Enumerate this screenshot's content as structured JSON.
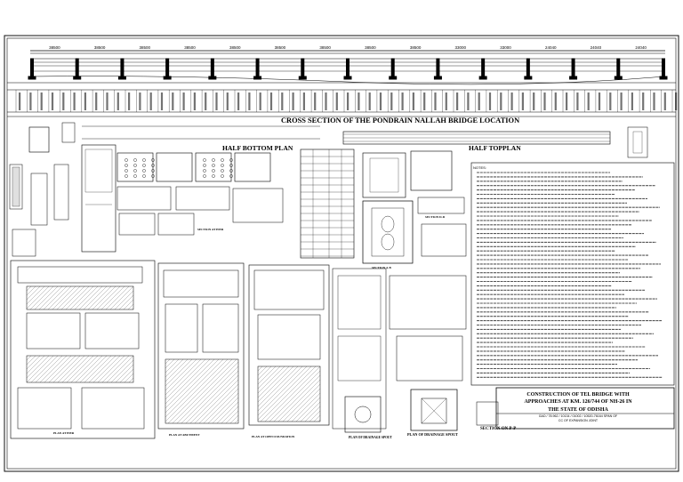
{
  "sheet": {
    "titles": {
      "cross_section": "CROSS SECTION OF THE PONDRAIN NALLAH BRIDGE LOCATION",
      "half_bottom_plan": "HALF BOTTOM PLAN",
      "half_top_plan": "HALF TOPPLAN"
    },
    "notes_heading": "NOTES:",
    "title_block": {
      "line1": "CONSTRUCTION OF TEL BRIDGE WITH",
      "line2": "APPROACHES AT KM. 126/744 OF NH-26 IN",
      "line3": "THE STATE OF ODISHA",
      "line4": "GAD / 78.962 / 10134 / 01002 / 10520-76164 SPAN OF",
      "line5": "CC OF EXPANSION JOINT"
    },
    "captions": {
      "section_pp": "SECTION ON P-P",
      "plan_drainage_spout": "PLAN OF DRAINAGE SPOUT",
      "plan_dcp": "PLAN OF DRAINAGE SPOUT",
      "plan_open": "PLAN AT OPEN FOUNDATION",
      "abutment": "PLAN AT ABUTMENT",
      "pier": "PLAN AT PIER",
      "section_pier": "SECTION AT PIER",
      "section_ab": "SECTION A-B",
      "section_dp": "SECTION D-D"
    },
    "span_labels": [
      "38500",
      "38500",
      "38500",
      "38500",
      "38500",
      "38500",
      "38500",
      "38500",
      "38500",
      "33000",
      "33000",
      "24040",
      "24040",
      "24040"
    ],
    "colors": {
      "ink": "#000000",
      "paper": "#ffffff",
      "frame": "#111111"
    }
  }
}
